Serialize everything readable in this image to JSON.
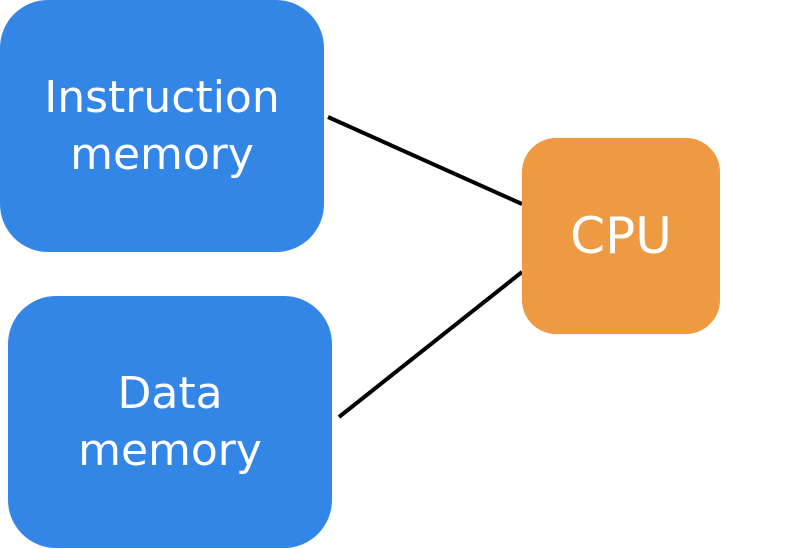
{
  "nodes": {
    "instruction_memory": {
      "label": "Instruction\nmemory"
    },
    "data_memory": {
      "label": "Data\nmemory"
    },
    "cpu": {
      "label": "CPU"
    }
  },
  "edges": [
    {
      "from": "instruction_memory",
      "to": "cpu"
    },
    {
      "from": "data_memory",
      "to": "cpu"
    }
  ],
  "colors": {
    "memory_fill": "#3486e6",
    "cpu_fill": "#ee9a43",
    "line": "#000000",
    "text": "#ffffff"
  }
}
